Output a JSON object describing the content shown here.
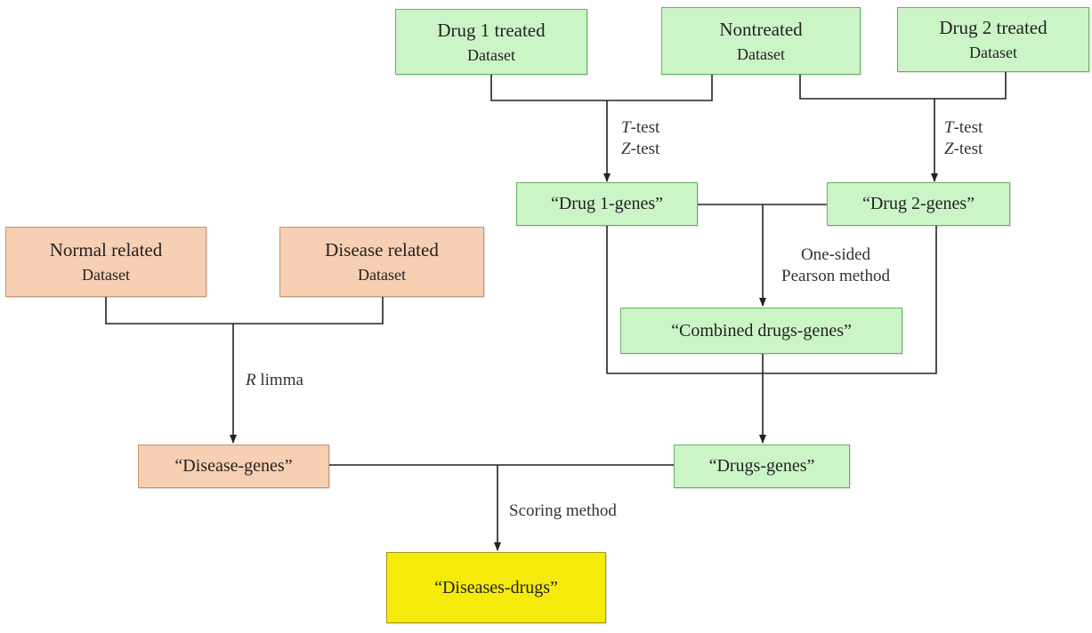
{
  "colors": {
    "green_box": "#ccf5c7",
    "orange_box": "#f7cfb3",
    "yellow_box": "#f5ea0a",
    "line": "#222222"
  },
  "boxes": {
    "drug1_dataset": {
      "line1": "Drug 1 treated",
      "line2": "Dataset"
    },
    "nontreated_dataset": {
      "line1": "Nontreated",
      "line2": "Dataset"
    },
    "drug2_dataset": {
      "line1": "Drug 2 treated",
      "line2": "Dataset"
    },
    "drug1_genes": "“Drug 1-genes”",
    "drug2_genes": "“Drug 2-genes”",
    "combined_genes": "“Combined drugs-genes”",
    "normal_dataset": {
      "line1": "Normal related",
      "line2": "Dataset"
    },
    "disease_dataset": {
      "line1": "Disease related",
      "line2": "Dataset"
    },
    "disease_genes": "“Disease-genes”",
    "drugs_genes": "“Drugs-genes”",
    "diseases_drugs": "“Diseases-drugs”"
  },
  "labels": {
    "ttest_left": {
      "italic": "T",
      "rest": "-test"
    },
    "ztest_left": {
      "italic": "Z",
      "rest": "-test"
    },
    "ttest_right": {
      "italic": "T",
      "rest": "-test"
    },
    "ztest_right": {
      "italic": "Z",
      "rest": "-test"
    },
    "pearson_line1": "One-sided",
    "pearson_line2": "Pearson method",
    "limma_italic": "R",
    "limma_rest": " limma",
    "scoring": "Scoring method"
  }
}
